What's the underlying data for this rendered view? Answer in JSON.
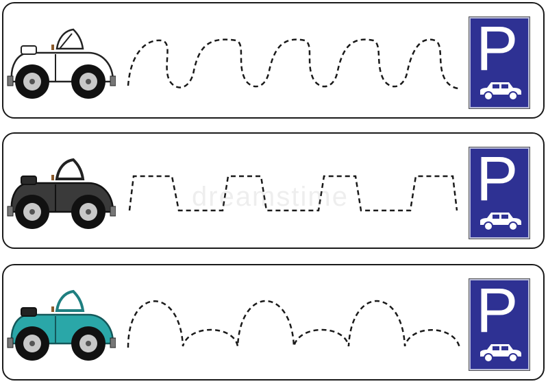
{
  "sign_letter": "P",
  "watermark": "dreamstime",
  "colors": {
    "border": "#1a1a1a",
    "sign_blue": "#2e3193",
    "car_white": "#ffffff",
    "car_dark": "#3a3a3a",
    "car_teal": "#2aa7a8",
    "tire": "#111111",
    "hub": "#c8c8c8"
  },
  "rows": [
    {
      "car_color": "car_white",
      "path_shape": "wave"
    },
    {
      "car_color": "car_dark",
      "path_shape": "trapezoid"
    },
    {
      "car_color": "car_teal",
      "path_shape": "arches"
    }
  ]
}
